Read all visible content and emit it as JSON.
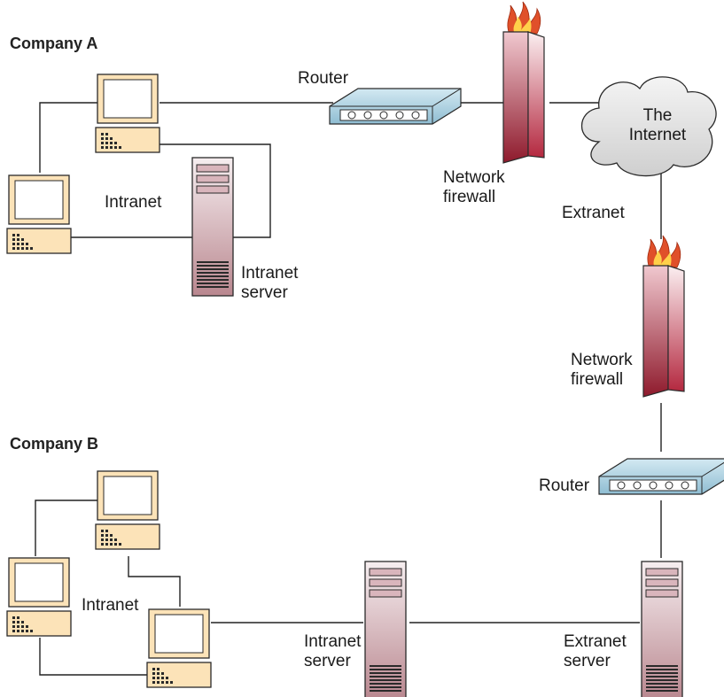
{
  "company_a": {
    "title": "Company A",
    "intranet_label": "Intranet",
    "intranet_server_label": "Intranet\nserver",
    "router_label": "Router",
    "firewall_label": "Network\nfirewall"
  },
  "internet": {
    "label": "The\nInternet",
    "extranet_label": "Extranet"
  },
  "company_b": {
    "title": "Company B",
    "firewall_label": "Network\nfirewall",
    "router_label": "Router",
    "intranet_label": "Intranet",
    "intranet_server_label": "Intranet\nserver",
    "extranet_server_label": "Extranet\nserver"
  },
  "colors": {
    "computer_body": "#fce3b8",
    "computer_outline": "#2a2a2a",
    "screen": "#ffffff",
    "router_body": "#a9cfe0",
    "server_top": "#f6eef0",
    "server_bottom": "#b9878f",
    "firewall_top": "#fbeff1",
    "firewall_bottom": "#b4283f",
    "flame_outer": "#e0502a",
    "flame_inner": "#ffd04a",
    "cloud": "#e4e4e4"
  },
  "icons": [
    "computer-icon",
    "router-icon",
    "server-icon",
    "firewall-icon",
    "cloud-icon"
  ]
}
